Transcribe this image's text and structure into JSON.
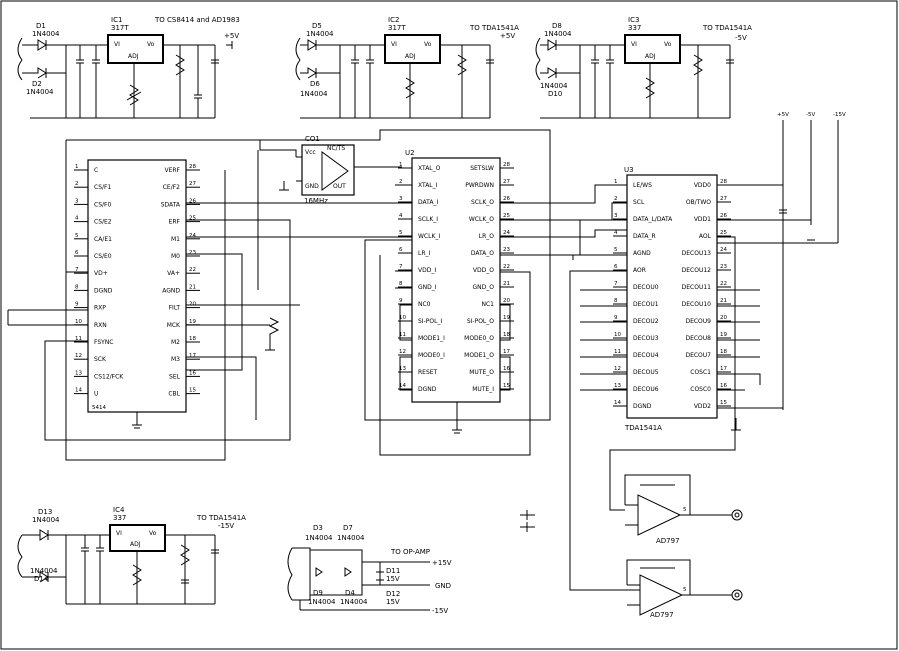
{
  "regulators": [
    {
      "diode_top": "D1",
      "diode_top_part": "1N4004",
      "diode_bot": "D2",
      "diode_bot_part": "1N4004",
      "ic": "IC1",
      "ic_part": "317T",
      "vi": "VI",
      "vo": "Vo",
      "adj": "ADJ",
      "dest": "TO CS8414 and AD1983",
      "rail": "+5V"
    },
    {
      "diode_top": "D5",
      "diode_top_part": "1N4004",
      "diode_bot": "D6",
      "diode_bot_part": "1N4004",
      "ic": "IC2",
      "ic_part": "317T",
      "vi": "VI",
      "vo": "Vo",
      "adj": "ADJ",
      "dest": "TO TDA1541A",
      "rail": "+5V"
    },
    {
      "diode_top": "D8",
      "diode_top_part": "1N4004",
      "diode_bot": "D10",
      "diode_bot_part": "1N4004",
      "ic": "IC3",
      "ic_part": "337",
      "vi": "VI",
      "vo": "Vo",
      "adj": "ADJ",
      "dest": "TO TDA1541A",
      "rail": "-5V"
    },
    {
      "diode_top": "D13",
      "diode_top_part": "1N4004",
      "diode_bot": "D14",
      "diode_bot_part": "1N4004",
      "ic": "IC4",
      "ic_part": "337",
      "vi": "VI",
      "vo": "Vo",
      "adj": "ADJ",
      "dest": "TO TDA1541A",
      "rail": "-15V"
    }
  ],
  "oscillator": {
    "ref": "CO1",
    "vcc": "Vcc",
    "nc": "NC/TS",
    "gnd": "GND",
    "out": "OUT",
    "freq": "16MHz"
  },
  "u1": {
    "left_pins": [
      {
        "n": "1",
        "name": "C"
      },
      {
        "n": "2",
        "name": "CS/F1"
      },
      {
        "n": "3",
        "name": "CS/F0"
      },
      {
        "n": "4",
        "name": "CS/E2"
      },
      {
        "n": "5",
        "name": "CA/E1"
      },
      {
        "n": "6",
        "name": "CS/E0"
      },
      {
        "n": "7",
        "name": "VD+"
      },
      {
        "n": "8",
        "name": "DGND"
      },
      {
        "n": "9",
        "name": "RXP"
      },
      {
        "n": "10",
        "name": "RXN"
      },
      {
        "n": "11",
        "name": "FSYNC"
      },
      {
        "n": "12",
        "name": "SCK"
      },
      {
        "n": "13",
        "name": "CS12/FCK"
      },
      {
        "n": "14",
        "name": "U"
      }
    ],
    "right_pins": [
      {
        "n": "28",
        "name": "VERF"
      },
      {
        "n": "27",
        "name": "CE/F2"
      },
      {
        "n": "26",
        "name": "SDATA"
      },
      {
        "n": "25",
        "name": "ERF"
      },
      {
        "n": "24",
        "name": "M1"
      },
      {
        "n": "23",
        "name": "M0"
      },
      {
        "n": "22",
        "name": "VA+"
      },
      {
        "n": "21",
        "name": "AGND"
      },
      {
        "n": "20",
        "name": "FILT"
      },
      {
        "n": "19",
        "name": "MCK"
      },
      {
        "n": "18",
        "name": "M2"
      },
      {
        "n": "17",
        "name": "M3"
      },
      {
        "n": "16",
        "name": "SEL"
      },
      {
        "n": "15",
        "name": "CBL"
      }
    ],
    "footer": "5414"
  },
  "u2": {
    "ref": "U2",
    "left_pins": [
      {
        "n": "1",
        "name": "XTAL_O"
      },
      {
        "n": "2",
        "name": "XTAL_I"
      },
      {
        "n": "3",
        "name": "DATA_I"
      },
      {
        "n": "4",
        "name": "SCLK_I"
      },
      {
        "n": "5",
        "name": "WCLK_I"
      },
      {
        "n": "6",
        "name": "LR_I"
      },
      {
        "n": "7",
        "name": "VDD_I"
      },
      {
        "n": "8",
        "name": "GND_I"
      },
      {
        "n": "9",
        "name": "NC0"
      },
      {
        "n": "10",
        "name": "SI-POL_I"
      },
      {
        "n": "11",
        "name": "MODE1_I"
      },
      {
        "n": "12",
        "name": "MODE0_I"
      },
      {
        "n": "13",
        "name": "RESET"
      },
      {
        "n": "14",
        "name": "DGND"
      }
    ],
    "right_pins": [
      {
        "n": "28",
        "name": "SETSLW"
      },
      {
        "n": "27",
        "name": "PWRDWN"
      },
      {
        "n": "26",
        "name": "SCLK_O"
      },
      {
        "n": "25",
        "name": "WCLK_O"
      },
      {
        "n": "24",
        "name": "LR_O"
      },
      {
        "n": "23",
        "name": "DATA_O"
      },
      {
        "n": "22",
        "name": "VDD_O"
      },
      {
        "n": "21",
        "name": "GND_O"
      },
      {
        "n": "20",
        "name": "NC1"
      },
      {
        "n": "19",
        "name": "SI-POL_O"
      },
      {
        "n": "18",
        "name": "MODE0_O"
      },
      {
        "n": "17",
        "name": "MODE1_O"
      },
      {
        "n": "16",
        "name": "MUTE_O"
      },
      {
        "n": "15",
        "name": "MUTE_I"
      }
    ]
  },
  "u3": {
    "ref": "U3",
    "part": "TDA1541A",
    "left_pins": [
      {
        "n": "1",
        "name": "LE/WS"
      },
      {
        "n": "2",
        "name": "SCL"
      },
      {
        "n": "3",
        "name": "DATA_L/DATA"
      },
      {
        "n": "4",
        "name": "DATA_R"
      },
      {
        "n": "5",
        "name": "AGND"
      },
      {
        "n": "6",
        "name": "AOR"
      },
      {
        "n": "7",
        "name": "DECOU0"
      },
      {
        "n": "8",
        "name": "DECOU1"
      },
      {
        "n": "9",
        "name": "DECOU2"
      },
      {
        "n": "10",
        "name": "DECOU3"
      },
      {
        "n": "11",
        "name": "DECOU4"
      },
      {
        "n": "12",
        "name": "DECOU5"
      },
      {
        "n": "13",
        "name": "DECOU6"
      },
      {
        "n": "14",
        "name": "DGND"
      }
    ],
    "right_pins": [
      {
        "n": "28",
        "name": "VDD0"
      },
      {
        "n": "27",
        "name": "OB/TWO"
      },
      {
        "n": "26",
        "name": "VDD1"
      },
      {
        "n": "25",
        "name": "AOL"
      },
      {
        "n": "24",
        "name": "DECOU13"
      },
      {
        "n": "23",
        "name": "DECOU12"
      },
      {
        "n": "22",
        "name": "DECOU11"
      },
      {
        "n": "21",
        "name": "DECOU10"
      },
      {
        "n": "20",
        "name": "DECOU9"
      },
      {
        "n": "19",
        "name": "DECOU8"
      },
      {
        "n": "18",
        "name": "DECOU7"
      },
      {
        "n": "17",
        "name": "COSC1"
      },
      {
        "n": "16",
        "name": "COSC0"
      },
      {
        "n": "15",
        "name": "VDD2"
      }
    ]
  },
  "rails": [
    "+5V",
    "-5V",
    "-15V"
  ],
  "opamps": [
    {
      "part": "AD797",
      "pin": "5"
    },
    {
      "part": "AD797",
      "pin": "5"
    }
  ],
  "bridge": {
    "d_tl": "D3",
    "d_tl_part": "1N4004",
    "d_tr": "D7",
    "d_tr_part": "1N4004",
    "d_bl": "D9",
    "d_bl_part": "1N4004",
    "d_br": "D4",
    "d_br_part": "1N4004",
    "z1": "D11",
    "z1_v": "15V",
    "z2": "D12",
    "z2_v": "15V",
    "dest": "TO OP-AMP",
    "out_pos": "+15V",
    "out_gnd": "GND",
    "out_neg": "-15V"
  }
}
